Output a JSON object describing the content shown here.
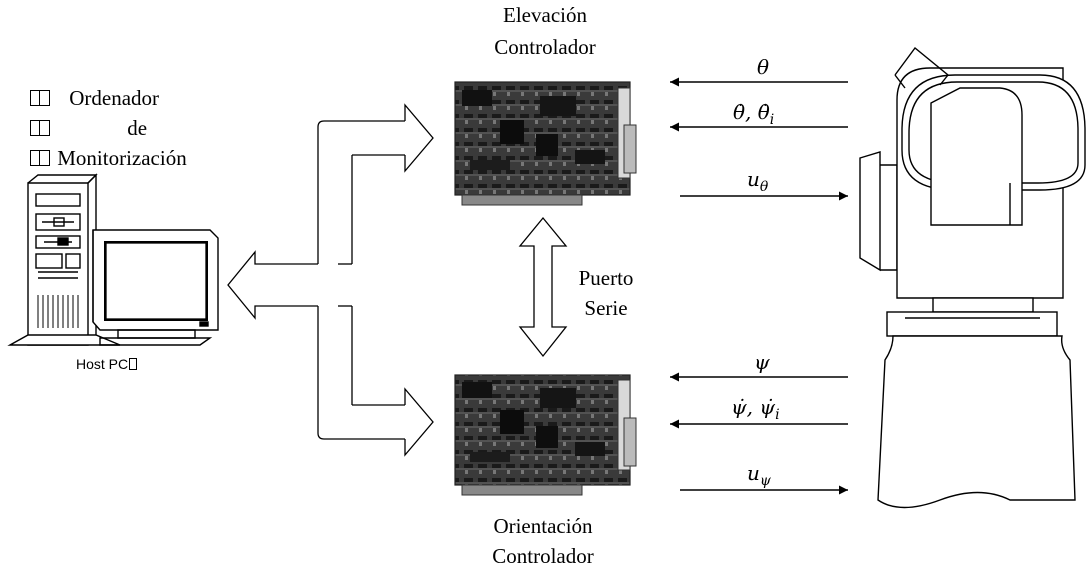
{
  "labels": {
    "top_controller_line1": "Elevación",
    "top_controller_line2": "Controlador",
    "bottom_controller_line1": "Orientación",
    "bottom_controller_line2": "Controlador",
    "serial_line1": "Puerto",
    "serial_line2": "Serie",
    "monitor_line1": "Ordenador",
    "monitor_line2": "de",
    "monitor_line3": "Monitorización",
    "host_pc": "Host PC"
  },
  "signals": {
    "theta": "θ",
    "theta_dot": "θ̇, θ̇",
    "theta_dot_sub": "i",
    "u_theta": "u",
    "u_theta_sub": "θ",
    "psi": "ψ",
    "psi_dot": "ψ̇, ψ̇",
    "psi_dot_sub": "i",
    "u_psi": "u",
    "u_psi_sub": "ψ"
  },
  "icons": [
    "controller-card-icon",
    "host-pc-icon",
    "pan-tilt-camera-icon",
    "serial-double-arrow-icon",
    "bus-arrow-icon"
  ]
}
